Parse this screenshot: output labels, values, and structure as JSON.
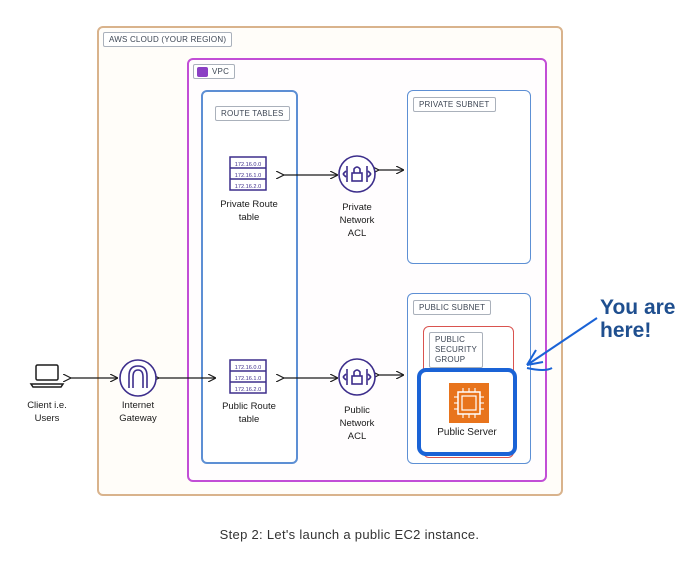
{
  "diagram": {
    "cloud_label": "AWS CLOUD (YOUR REGION)",
    "vpc_label": "VPC",
    "route_tables_label": "ROUTE TABLES",
    "private_subnet_label": "PRIVATE SUBNET",
    "public_subnet_label": "PUBLIC SUBNET",
    "security_group_label": [
      "PUBLIC",
      "SECURITY",
      "GROUP"
    ],
    "private_route_table": {
      "name": [
        "Private Route",
        "table"
      ],
      "entries": [
        "172.16.0.0",
        "172.16.1.0",
        "172.16.2.0"
      ]
    },
    "public_route_table": {
      "name": [
        "Public Route",
        "table"
      ],
      "entries": [
        "172.16.0.0",
        "172.16.1.0",
        "172.16.2.0"
      ]
    },
    "private_acl": [
      "Private",
      "Network",
      "ACL"
    ],
    "public_acl": [
      "Public",
      "Network",
      "ACL"
    ],
    "client": [
      "Client i.e.",
      "Users"
    ],
    "gateway": [
      "Internet",
      "Gateway"
    ],
    "server": "Public Server",
    "callout": [
      "You are",
      "here!"
    ]
  },
  "caption": "Step 2: Let's launch a public EC2 instance.",
  "colors": {
    "vpc": "#c24ed6",
    "cloud": "#d9b38c",
    "subnet": "#5d8fd4",
    "ec2": "#e8741c",
    "highlight": "#1a63d6",
    "icon": "#3d2e8c"
  }
}
